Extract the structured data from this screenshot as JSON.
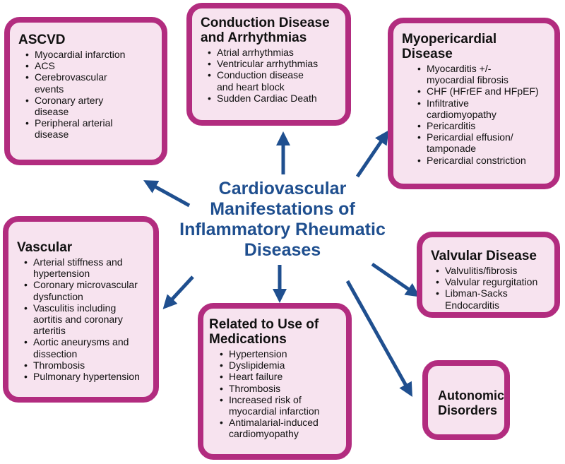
{
  "center": {
    "lines": [
      "Cardiovascular",
      "Manifestations of",
      "Inflammatory Rheumatic",
      "Diseases"
    ]
  },
  "colors": {
    "box_fill": "#f7e3ef",
    "box_border": "#b22c7f",
    "arrow": "#1f4f8f",
    "center_text": "#1f4f8f"
  },
  "boxes": {
    "ascvd": {
      "title": [
        "ASCVD"
      ],
      "items": [
        "Myocardial infarction",
        "ACS",
        "Cerebrovascular events",
        "Coronary artery disease",
        "Peripheral arterial disease"
      ]
    },
    "conduction": {
      "title": [
        "Conduction Disease",
        "and Arrhythmias"
      ],
      "items": [
        "Atrial arrhythmias",
        "Ventricular arrhythmias",
        "Conduction disease and heart block",
        "Sudden Cardiac Death"
      ]
    },
    "myopericardial": {
      "title": [
        "Myopericardial",
        "Disease"
      ],
      "items": [
        "Myocarditis +/- myocardial fibrosis",
        "CHF (HFrEF and HFpEF)",
        "Infiltrative cardiomyopathy",
        "Pericarditis",
        "Pericardial effusion/ tamponade",
        "Pericardial constriction"
      ]
    },
    "vascular": {
      "title": [
        "Vascular"
      ],
      "items": [
        "Arterial stiffness and hypertension",
        "Coronary microvascular dysfunction",
        "Vasculitis including aortitis and coronary arteritis",
        "Aortic aneurysms and dissection",
        "Thrombosis",
        "Pulmonary hypertension"
      ]
    },
    "medications": {
      "title": [
        "Related to Use of",
        "Medications"
      ],
      "items": [
        "Hypertension",
        "Dyslipidemia",
        "Heart failure",
        "Thrombosis",
        "Increased risk of myocardial infarction",
        "Antimalarial-induced cardiomyopathy"
      ]
    },
    "valvular": {
      "title": [
        "Valvular Disease"
      ],
      "items": [
        "Valvulitis/fibrosis",
        "Valvular regurgitation",
        "Libman-Sacks Endocarditis"
      ]
    },
    "autonomic": {
      "title": [
        "Autonomic",
        "Disorders"
      ],
      "items": []
    }
  }
}
